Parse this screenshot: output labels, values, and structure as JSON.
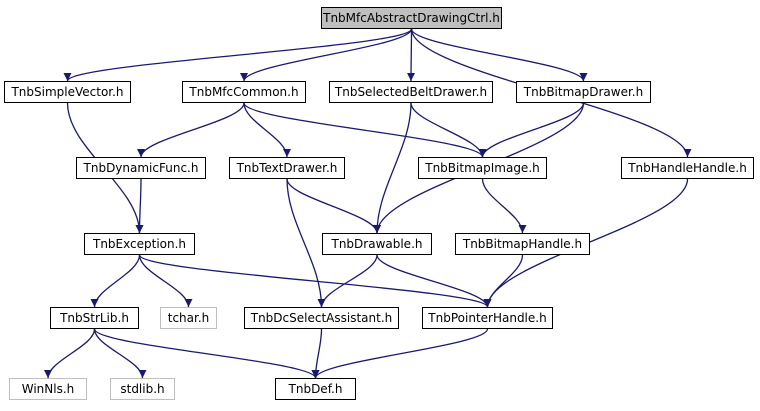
{
  "diagram": {
    "colors": {
      "edge": "#191970",
      "node_border": "#000000",
      "external_border": "#bfbfbf",
      "root_fill": "#bfbfbf"
    },
    "nodes": {
      "n_root": "TnbMfcAbstractDrawingCtrl.h",
      "n_simplevector": "TnbSimpleVector.h",
      "n_mfccommon": "TnbMfcCommon.h",
      "n_selectedbeltdrawer": "TnbSelectedBeltDrawer.h",
      "n_bitmapdrawer": "TnbBitmapDrawer.h",
      "n_dynamicfunc": "TnbDynamicFunc.h",
      "n_textdrawer": "TnbTextDrawer.h",
      "n_bitmapimage": "TnbBitmapImage.h",
      "n_handlehandle": "TnbHandleHandle.h",
      "n_exception": "TnbException.h",
      "n_drawable": "TnbDrawable.h",
      "n_bitmaphandle": "TnbBitmapHandle.h",
      "n_strlib": "TnbStrLib.h",
      "n_tchar": "tchar.h",
      "n_dcselectassistant": "TnbDcSelectAssistant.h",
      "n_pointerhandle": "TnbPointerHandle.h",
      "n_winnls": "WinNls.h",
      "n_stdlib": "stdlib.h",
      "n_def": "TnbDef.h"
    },
    "edges": [
      [
        "n_root",
        "n_simplevector"
      ],
      [
        "n_root",
        "n_mfccommon"
      ],
      [
        "n_root",
        "n_selectedbeltdrawer"
      ],
      [
        "n_root",
        "n_bitmapdrawer"
      ],
      [
        "n_root",
        "n_handlehandle"
      ],
      [
        "n_simplevector",
        "n_exception"
      ],
      [
        "n_mfccommon",
        "n_dynamicfunc"
      ],
      [
        "n_mfccommon",
        "n_textdrawer"
      ],
      [
        "n_mfccommon",
        "n_bitmapimage"
      ],
      [
        "n_selectedbeltdrawer",
        "n_bitmapimage"
      ],
      [
        "n_selectedbeltdrawer",
        "n_drawable"
      ],
      [
        "n_bitmapdrawer",
        "n_bitmapimage"
      ],
      [
        "n_bitmapdrawer",
        "n_drawable"
      ],
      [
        "n_dynamicfunc",
        "n_exception"
      ],
      [
        "n_textdrawer",
        "n_drawable"
      ],
      [
        "n_textdrawer",
        "n_dcselectassistant"
      ],
      [
        "n_bitmapimage",
        "n_bitmaphandle"
      ],
      [
        "n_handlehandle",
        "n_pointerhandle"
      ],
      [
        "n_exception",
        "n_strlib"
      ],
      [
        "n_exception",
        "n_tchar"
      ],
      [
        "n_exception",
        "n_pointerhandle"
      ],
      [
        "n_drawable",
        "n_dcselectassistant"
      ],
      [
        "n_drawable",
        "n_pointerhandle"
      ],
      [
        "n_bitmaphandle",
        "n_pointerhandle"
      ],
      [
        "n_strlib",
        "n_winnls"
      ],
      [
        "n_strlib",
        "n_stdlib"
      ],
      [
        "n_strlib",
        "n_def"
      ],
      [
        "n_dcselectassistant",
        "n_def"
      ],
      [
        "n_pointerhandle",
        "n_def"
      ]
    ]
  }
}
